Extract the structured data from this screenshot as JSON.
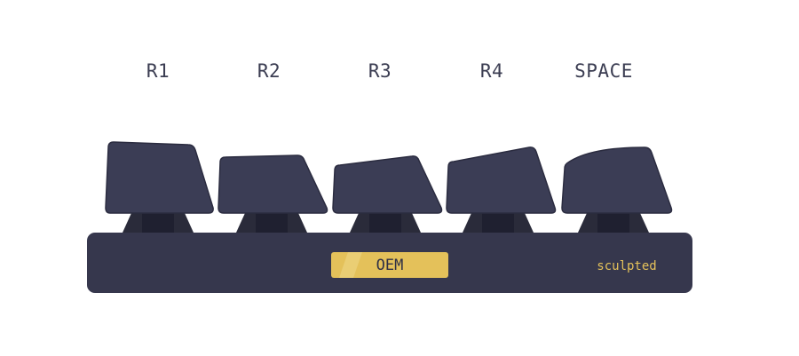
{
  "row_labels": [
    {
      "label": "R1",
      "profile": "sloped-back-high"
    },
    {
      "label": "R2",
      "profile": "flat-medium"
    },
    {
      "label": "R3",
      "profile": "slight-tilt-low"
    },
    {
      "label": "R4",
      "profile": "tilt-forward-medium"
    },
    {
      "label": "SPACE",
      "profile": "curved-top"
    }
  ],
  "base": {
    "profile_name": "OEM",
    "shape_label": "sculpted"
  },
  "colors": {
    "keycap": "#3b3d55",
    "keycap_edge": "#2b2c40",
    "stem": "#2a2b3a",
    "stem_dark": "#1f2030",
    "base": "#36374d",
    "badge": "#e4c15a",
    "badge_text": "#2f3046",
    "label_text": "#3b3d52"
  }
}
